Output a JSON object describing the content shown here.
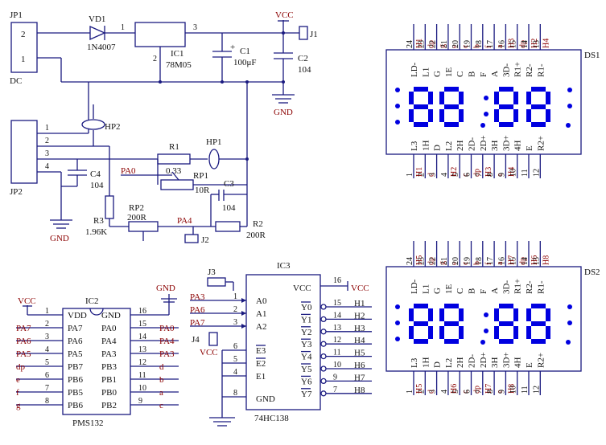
{
  "power": {
    "jp1": "JP1",
    "jp1_pin2": "2",
    "jp1_pin1": "1",
    "dc": "DC",
    "vd1": "VD1",
    "vd1_part": "1N4007",
    "ic1": "IC1",
    "ic1_part": "78M05",
    "ic1_pin1": "1",
    "ic1_pin2": "2",
    "ic1_pin3": "3",
    "c1": "C1",
    "c1_plus": "+",
    "c1_value": "100μF",
    "c2": "C2",
    "c2_value": "104",
    "vcc": "VCC",
    "j1": "J1",
    "gnd": "GND"
  },
  "sense": {
    "jp2": "JP2",
    "pin1": "1",
    "pin2": "2",
    "pin3": "3",
    "pin4": "4",
    "hp2": "HP2",
    "hp1": "HP1",
    "c4": "C4",
    "c4_value": "104",
    "gnd": "GND",
    "r3": "R3",
    "r3_value": "1.96K",
    "r1": "R1",
    "r1_value": "0.33",
    "rp1": "RP1",
    "rp1_value": "10R",
    "pa0": "PA0",
    "c3": "C3",
    "c3_value": "104",
    "rp2": "RP2",
    "rp2_value": "200R",
    "r2": "R2",
    "r2_value": "200R",
    "pa4": "PA4",
    "j2": "J2"
  },
  "ic2": {
    "name": "IC2",
    "part": "PMS132",
    "vcc": "VCC",
    "gnd": "GND",
    "left": [
      {
        "pin": "1",
        "label": "VDD",
        "net": ""
      },
      {
        "pin": "2",
        "label": "PA7",
        "net": "PA7"
      },
      {
        "pin": "3",
        "label": "PA6",
        "net": "PA6"
      },
      {
        "pin": "4",
        "label": "PA5",
        "net": "PA5"
      },
      {
        "pin": "5",
        "label": "PB7",
        "net": "dp"
      },
      {
        "pin": "6",
        "label": "PB6",
        "net": "e"
      },
      {
        "pin": "7",
        "label": "PB5",
        "net": "f"
      },
      {
        "pin": "8",
        "label": "PB6",
        "net": "g"
      }
    ],
    "right": [
      {
        "pin": "16",
        "label": "GND",
        "net": ""
      },
      {
        "pin": "15",
        "label": "PA0",
        "net": "PA0"
      },
      {
        "pin": "14",
        "label": "PA4",
        "net": "PA4"
      },
      {
        "pin": "13",
        "label": "PA3",
        "net": "PA3"
      },
      {
        "pin": "12",
        "label": "PB3",
        "net": "d"
      },
      {
        "pin": "11",
        "label": "PB1",
        "net": "b"
      },
      {
        "pin": "10",
        "label": "PB0",
        "net": "a"
      },
      {
        "pin": "9",
        "label": "PB2",
        "net": "c"
      }
    ]
  },
  "ic3": {
    "name": "IC3",
    "part": "74HC138",
    "vcc_pin": "VCC",
    "gnd_pin": "GND",
    "pin16": "16",
    "vcc": "VCC",
    "j3": "J3",
    "j4": "J4",
    "j4_vcc": "VCC",
    "inputs": [
      {
        "pin": "1",
        "label": "A0",
        "net": "PA3",
        "bar": false
      },
      {
        "pin": "2",
        "label": "A1",
        "net": "PA6",
        "bar": false
      },
      {
        "pin": "3",
        "label": "A2",
        "net": "PA7",
        "bar": false
      },
      {
        "pin": "6",
        "label": "E3",
        "net": "",
        "bar": true
      },
      {
        "pin": "5",
        "label": "E2",
        "net": "",
        "bar": true
      },
      {
        "pin": "4",
        "label": "E1",
        "net": "",
        "bar": false
      },
      {
        "pin": "8",
        "label": "",
        "net": "",
        "bar": false
      }
    ],
    "outputs": [
      {
        "pin": "15",
        "label": "Y0",
        "net": "H1"
      },
      {
        "pin": "14",
        "label": "Y1",
        "net": "H2"
      },
      {
        "pin": "13",
        "label": "Y2",
        "net": "H3"
      },
      {
        "pin": "12",
        "label": "Y3",
        "net": "H4"
      },
      {
        "pin": "11",
        "label": "Y4",
        "net": "H5"
      },
      {
        "pin": "10",
        "label": "Y5",
        "net": "H6"
      },
      {
        "pin": "9",
        "label": "Y6",
        "net": "H7"
      },
      {
        "pin": "7",
        "label": "Y7",
        "net": "H8"
      }
    ]
  },
  "displays": [
    {
      "name": "DS1",
      "top_pins": [
        "24",
        "23",
        "22",
        "21",
        "20",
        "19",
        "18",
        "17",
        "16",
        "15",
        "14",
        "13"
      ],
      "top_nets": [
        "H1",
        "dp",
        "g",
        "e",
        "c",
        "b",
        "f",
        "a",
        "H3",
        "dp",
        "H2",
        "H4"
      ],
      "top_labels": [
        "LD-",
        "L1",
        "G",
        "1E",
        "C",
        "B",
        "F",
        "A",
        "3D-",
        "R1+",
        "R2-",
        "R1-"
      ],
      "bottom_labels": [
        "L3",
        "1H",
        "D",
        "L2",
        "2H",
        "2D-",
        "2D+",
        "3H",
        "3D+",
        "4H",
        "E",
        "R2+"
      ],
      "bottom_pins": [
        "1",
        "2",
        "3",
        "4",
        "5",
        "6",
        "7",
        "8",
        "9",
        "10",
        "11",
        "12"
      ],
      "bottom_nets": [
        "H1",
        "d",
        "",
        "H2",
        "c",
        "dp",
        "H3",
        "e",
        "H4",
        "",
        "",
        " "
      ]
    },
    {
      "name": "DS2",
      "top_pins": [
        "24",
        "23",
        "22",
        "21",
        "20",
        "19",
        "18",
        "17",
        "16",
        "15",
        "14",
        "13"
      ],
      "top_nets": [
        "H5",
        "dp",
        "g",
        "e",
        "c",
        "b",
        "f",
        "a",
        "H7",
        "dp",
        "H6",
        "H8"
      ],
      "top_labels": [
        "LD-",
        "L1",
        "G",
        "1E",
        "C",
        "B",
        "F",
        "A",
        "3D-",
        "R1+",
        "R2-",
        "R1-"
      ],
      "bottom_labels": [
        "L3",
        "1H",
        "D",
        "L2",
        "2H",
        "2D-",
        "2D+",
        "3H",
        "3D+",
        "4H",
        "E",
        "R2+"
      ],
      "bottom_pins": [
        "1",
        "2",
        "3",
        "4",
        "5",
        "6",
        "7",
        "8",
        "9",
        "10",
        "11",
        "12"
      ],
      "bottom_nets": [
        "H5",
        "d",
        "",
        "H6",
        "c",
        "dp",
        "H7",
        "e",
        "H8",
        "",
        "",
        " "
      ]
    }
  ]
}
